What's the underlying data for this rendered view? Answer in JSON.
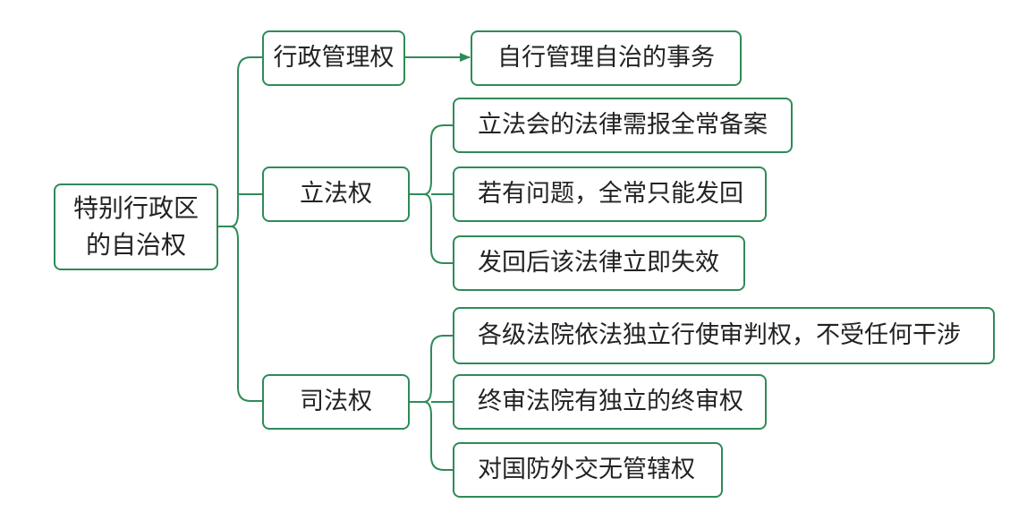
{
  "diagram": {
    "line_color": "#2e8b57",
    "root": {
      "line1": "特别行政区",
      "line2": "的自治权"
    },
    "branches": [
      {
        "label": "行政管理权",
        "items": [
          "自行管理自治的事务"
        ]
      },
      {
        "label": "立法权",
        "items": [
          "立法会的法律需报全常备案",
          "若有问题，全常只能发回",
          "发回后该法律立即失效"
        ]
      },
      {
        "label": "司法权",
        "items": [
          "各级法院依法独立行使审判权，不受任何干涉",
          "终审法院有独立的终审权",
          "对国防外交无管辖权"
        ]
      }
    ]
  }
}
